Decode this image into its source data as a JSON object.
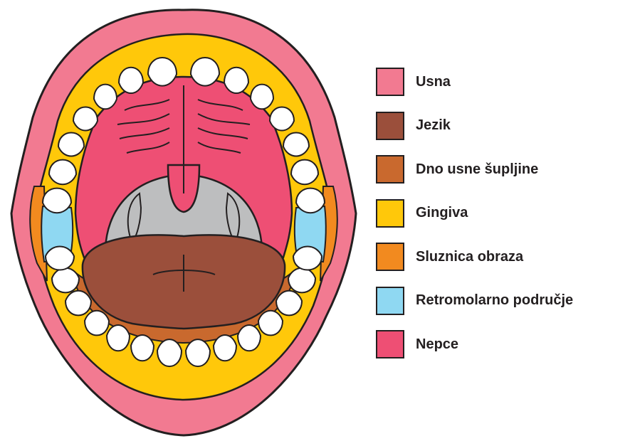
{
  "legend": {
    "items": [
      {
        "label": "Usna",
        "color": "#f27a91"
      },
      {
        "label": "Jezik",
        "color": "#9b4f3b"
      },
      {
        "label": "Dno usne šupljine",
        "color": "#c9692e"
      },
      {
        "label": "Gingiva",
        "color": "#ffc80a"
      },
      {
        "label": "Sluznica obraza",
        "color": "#f28a1f"
      },
      {
        "label": "Retromolarno područje",
        "color": "#8fd8f2"
      },
      {
        "label": "Nepce",
        "color": "#ee4f74"
      }
    ]
  },
  "colors": {
    "outline": "#231f20",
    "throat": "#bdbebf",
    "tooth": "#ffffff"
  }
}
